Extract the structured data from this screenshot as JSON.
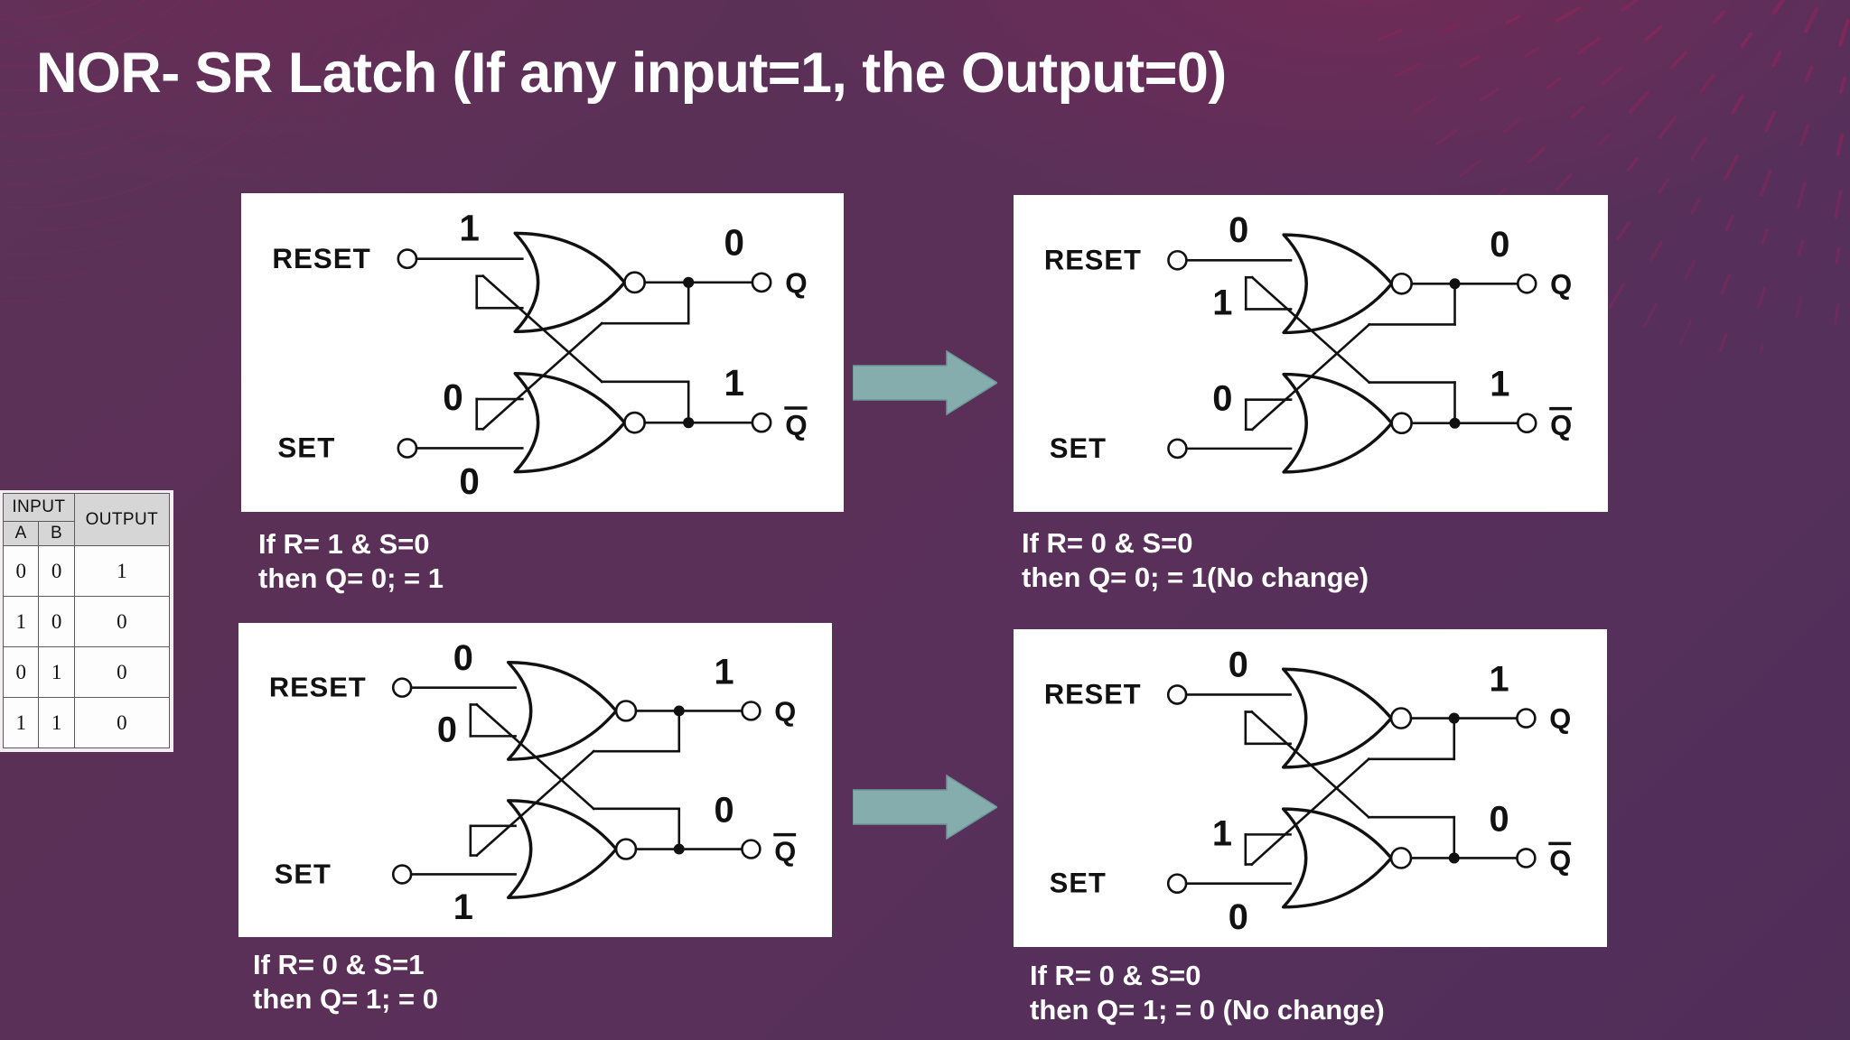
{
  "slide": {
    "title": "NOR- SR Latch (If any input=1, the Output=0)",
    "background_color": "#593059",
    "accent_pattern_color": "#a8215a",
    "arrow_color": "#85adad",
    "panel_color": "#ffffff",
    "text_color": "#ffffff"
  },
  "truth_table": {
    "group_headers": {
      "input": "INPUT",
      "output": "OUTPUT"
    },
    "sub_headers": {
      "a": "A",
      "b": "B"
    },
    "rows": [
      {
        "a": "0",
        "b": "0",
        "out": "1"
      },
      {
        "a": "1",
        "b": "0",
        "out": "0"
      },
      {
        "a": "0",
        "b": "1",
        "out": "0"
      },
      {
        "a": "1",
        "b": "1",
        "out": "0"
      }
    ]
  },
  "labels": {
    "reset": "RESET",
    "set": "SET",
    "q": "Q",
    "qbar": "Q"
  },
  "panels": {
    "top_left": {
      "name": "R=1 S=0",
      "values": {
        "reset_input": "1",
        "nor1_feedback": "",
        "q_output": "0",
        "set_feedback": "0",
        "set_input": "0",
        "qbar_output": "1"
      },
      "caption_line1": "If R= 1 & S=0",
      "caption_line2": "then Q= 0; = 1"
    },
    "top_right": {
      "name": "R=0 S=0 no change (Q=0)",
      "values": {
        "reset_input": "0",
        "nor1_feedback": "1",
        "q_output": "0",
        "set_feedback": "0",
        "set_input": "",
        "qbar_output": "1"
      },
      "caption_line1": "If R= 0 & S=0",
      "caption_line2": "then Q= 0; = 1(No change)"
    },
    "bottom_left": {
      "name": "R=0 S=1",
      "values": {
        "reset_input": "0",
        "nor1_feedback": "0",
        "q_output": "1",
        "set_feedback": "",
        "set_input": "1",
        "qbar_output": "0"
      },
      "caption_line1": "If R= 0 & S=1",
      "caption_line2": "then Q= 1; = 0"
    },
    "bottom_right": {
      "name": "R=0 S=0 no change (Q=1)",
      "values": {
        "reset_input": "0",
        "nor1_feedback": "",
        "q_output": "1",
        "set_feedback": "1",
        "set_input": "0",
        "qbar_output": "0"
      },
      "caption_line1": "If R= 0 & S=0",
      "caption_line2": "then Q= 1; = 0 (No change)"
    }
  },
  "arrows": {
    "top": "arrow-right",
    "bottom": "arrow-right"
  }
}
